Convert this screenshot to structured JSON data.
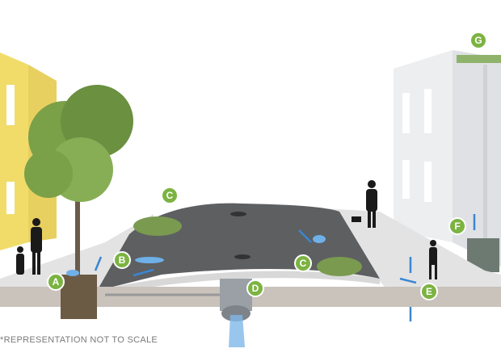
{
  "labels": {
    "a": "A",
    "b": "B",
    "c1": "C",
    "c2": "C",
    "d": "D",
    "e": "E",
    "f": "F",
    "g": "G"
  },
  "footnote": "*REPRESENTATION NOT TO SCALE",
  "colors": {
    "marker": "#7cb342",
    "water": "#4a90d9",
    "road": "#5a5a5a",
    "sidewalk": "#e2e2e2",
    "building_left": "#f1dc6a",
    "building_right": "#e9eaec"
  }
}
